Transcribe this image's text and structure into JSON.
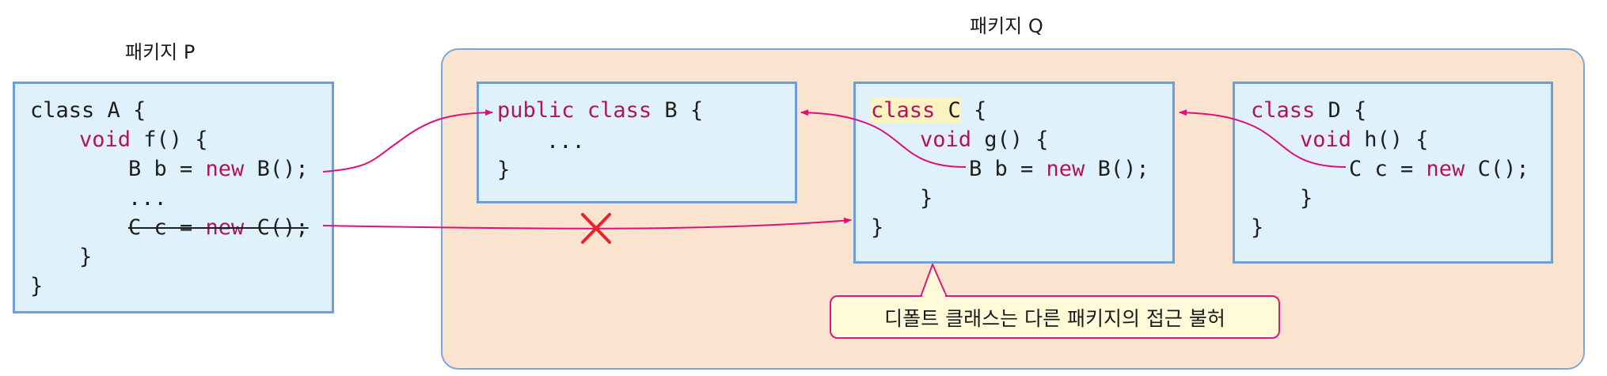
{
  "packages": {
    "p_label": "패키지 P",
    "q_label": "패키지 Q"
  },
  "class_a": {
    "line1": "class A {",
    "line2_kw": "void",
    "line2_rest": " f() {",
    "line3_pre": "B b = ",
    "line3_kw": "new",
    "line3_post": " B();",
    "line4": "...",
    "line5_pre": "C c = ",
    "line5_kw": "new",
    "line5_post": " C();",
    "line6": "}",
    "line7": "}"
  },
  "class_b": {
    "kw_public": "public",
    "kw_class": "class",
    "name": " B {",
    "line2": "...",
    "line3": "}"
  },
  "class_c": {
    "kw_class": "class",
    "name": " C",
    "brace": " {",
    "line2_kw": "void",
    "line2_rest": " g() {",
    "line3_pre": "B b = ",
    "line3_kw": "new",
    "line3_post": " B();",
    "line4": "}",
    "line5": "}"
  },
  "class_d": {
    "kw_class": "class",
    "name": " D {",
    "line2_kw": "void",
    "line2_rest": " h() {",
    "line3_pre": "C c = ",
    "line3_kw": "new",
    "line3_post": " C();",
    "line4": "}",
    "line5": "}"
  },
  "callout": {
    "text": "디폴트 클래스는 다른 패키지의 접근 불허"
  },
  "colors": {
    "arrow": "#e0107a",
    "cross": "#e8232a",
    "box_fill": "#dff1fb",
    "box_border": "#6f9fd6",
    "package_fill": "#fbe4cf",
    "keyword": "#b0145e"
  }
}
